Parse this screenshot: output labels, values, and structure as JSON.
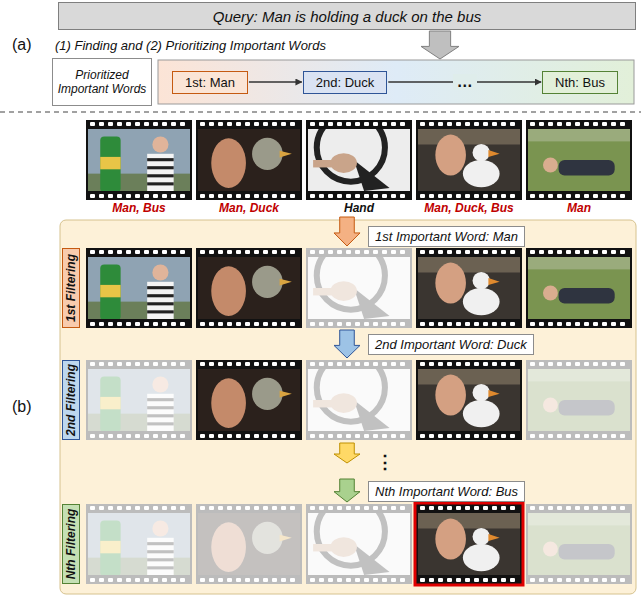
{
  "diagram": {
    "nodes": [
      {
        "text": [
          "Query: Man is holding a duck on the bus"
        ]
      },
      {
        "text": [
          "Prioritized Important Words"
        ]
      },
      {
        "text": [
          "1st: Man"
        ]
      },
      {
        "text": [
          "2nd: Duck"
        ]
      },
      {
        "text": [
          "Nth: Bus"
        ]
      },
      {
        "text": [
          "1st Important Word: Man"
        ]
      },
      {
        "text": [
          "1st Filtering"
        ]
      },
      {
        "text": [
          "2nd Important Word: Duck"
        ]
      },
      {
        "text": [
          "2nd Filtering"
        ]
      },
      {
        "text": [
          "Nth Important Word: Bus"
        ]
      },
      {
        "text": [
          "Nth Filtering"
        ]
      }
    ],
    "edges": [
      {
        "from": 2,
        "to": 3,
        "arrow": "to"
      },
      {
        "from": 3,
        "to": 4,
        "label": "…",
        "arrow": "to"
      }
    ],
    "labels": [
      "(a)",
      "(1) Finding and (2) Prioritizing Important Words",
      "Man, Bus",
      "Man, Duck",
      "Hand",
      "Man, Duck, Bus",
      "Man",
      "(b)",
      "⋮"
    ]
  }
}
